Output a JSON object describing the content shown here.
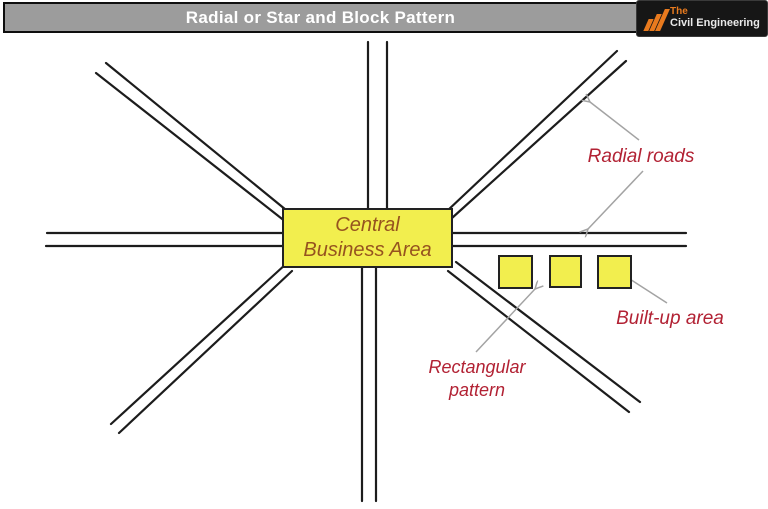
{
  "header": {
    "title": "Radial or Star and Block Pattern",
    "logo": {
      "line1": "The",
      "line2": "Civil Engineering"
    }
  },
  "diagram": {
    "central_box": {
      "line1": "Central",
      "line2": "Business Area"
    },
    "labels": {
      "radial_roads": "Radial roads",
      "rectangular_pattern_line1": "Rectangular",
      "rectangular_pattern_line2": "pattern",
      "built_up_area": "Built-up area"
    },
    "built_up_squares_count": 3,
    "radial_road_directions": 8
  },
  "colors": {
    "header_bg": "#9c9c9c",
    "header_text": "#ffffff",
    "logo_bg": "#161616",
    "logo_accent": "#e87a1e",
    "road": "#1c1c1c",
    "area_fill": "#f2ee4e",
    "area_border": "#222222",
    "box_text": "#96531f",
    "label_text": "#b22234",
    "arrow": "#a3a3a3"
  }
}
